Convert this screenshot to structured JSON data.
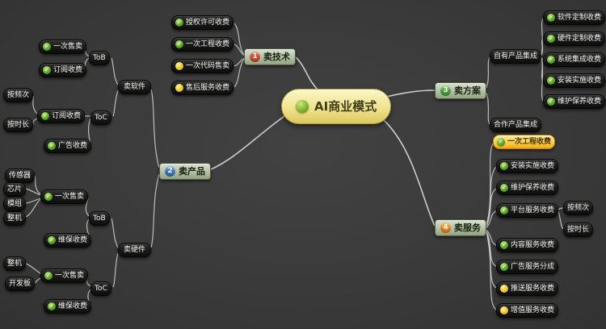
{
  "central": {
    "label": "AI商业模式",
    "icon": "leaf-icon"
  },
  "branches": {
    "tech": {
      "label": "卖技术",
      "badge": "1",
      "badge_color": "#d64b34",
      "children": [
        {
          "label": "授权许可收费",
          "icon": "check-icon"
        },
        {
          "label": "一次工程收费",
          "icon": "check-icon"
        },
        {
          "label": "一次代码售卖",
          "icon": "coin-icon"
        },
        {
          "label": "售后服务收费",
          "icon": "coin-icon"
        }
      ]
    },
    "product": {
      "label": "卖产品",
      "badge": "2",
      "badge_color": "#3f79c6",
      "software": {
        "label": "卖软件",
        "tob": {
          "label": "ToB",
          "children": [
            {
              "label": "一次售卖",
              "icon": "check-icon"
            },
            {
              "label": "订阅收费",
              "icon": "check-icon"
            }
          ]
        },
        "toc": {
          "label": "ToC",
          "subscription": {
            "label": "订阅收费",
            "icon": "check-icon",
            "children": [
              {
                "label": "按频次"
              },
              {
                "label": "按时长"
              }
            ]
          },
          "ad": {
            "label": "广告收费",
            "icon": "check-icon"
          }
        }
      },
      "hardware": {
        "label": "卖硬件",
        "tob": {
          "label": "ToB",
          "sale": {
            "label": "一次售卖",
            "icon": "check-icon",
            "children": [
              {
                "label": "传感器"
              },
              {
                "label": "芯片"
              },
              {
                "label": "模组"
              },
              {
                "label": "整机"
              }
            ]
          },
          "maintenance": {
            "label": "维保收费",
            "icon": "check-icon"
          }
        },
        "toc": {
          "label": "ToC",
          "sale": {
            "label": "一次售卖",
            "icon": "check-icon",
            "children": [
              {
                "label": "整机"
              },
              {
                "label": "开发板"
              }
            ]
          },
          "maintenance": {
            "label": "维保收费",
            "icon": "check-icon"
          }
        }
      }
    },
    "solution": {
      "label": "卖方案",
      "badge": "3",
      "badge_color": "#4fa83c",
      "own": {
        "label": "自有产品集成",
        "children": [
          {
            "label": "软件定制收费",
            "icon": "check-icon"
          },
          {
            "label": "硬件定制收费",
            "icon": "check-icon"
          },
          {
            "label": "系统集成收费",
            "icon": "check-icon"
          },
          {
            "label": "安装实施收费",
            "icon": "check-icon"
          },
          {
            "label": "维护保养收费",
            "icon": "check-icon"
          }
        ]
      },
      "partner": {
        "label": "合作产品集成"
      }
    },
    "service": {
      "label": "卖服务",
      "badge": "4",
      "badge_color": "#ef8b1d",
      "children": [
        {
          "label": "一次工程收费",
          "icon": "check-icon",
          "highlighted": true
        },
        {
          "label": "安装实施收费",
          "icon": "check-icon"
        },
        {
          "label": "维护保养收费",
          "icon": "check-icon"
        },
        {
          "label": "平台服务收费",
          "icon": "check-icon",
          "children": [
            {
              "label": "按频次"
            },
            {
              "label": "按时长"
            }
          ]
        },
        {
          "label": "内容服务收费",
          "icon": "check-icon"
        },
        {
          "label": "广告服务分成",
          "icon": "check-icon"
        },
        {
          "label": "推送服务收费",
          "icon": "coin-icon"
        },
        {
          "label": "增值服务收费",
          "icon": "coin-icon"
        }
      ]
    }
  },
  "colors": {
    "background": "#3b3b3b",
    "connector": "#d4d4d4",
    "node_text": "#f2f2f2",
    "highlight": "#fbc434",
    "central_fill": "#efe18a"
  }
}
